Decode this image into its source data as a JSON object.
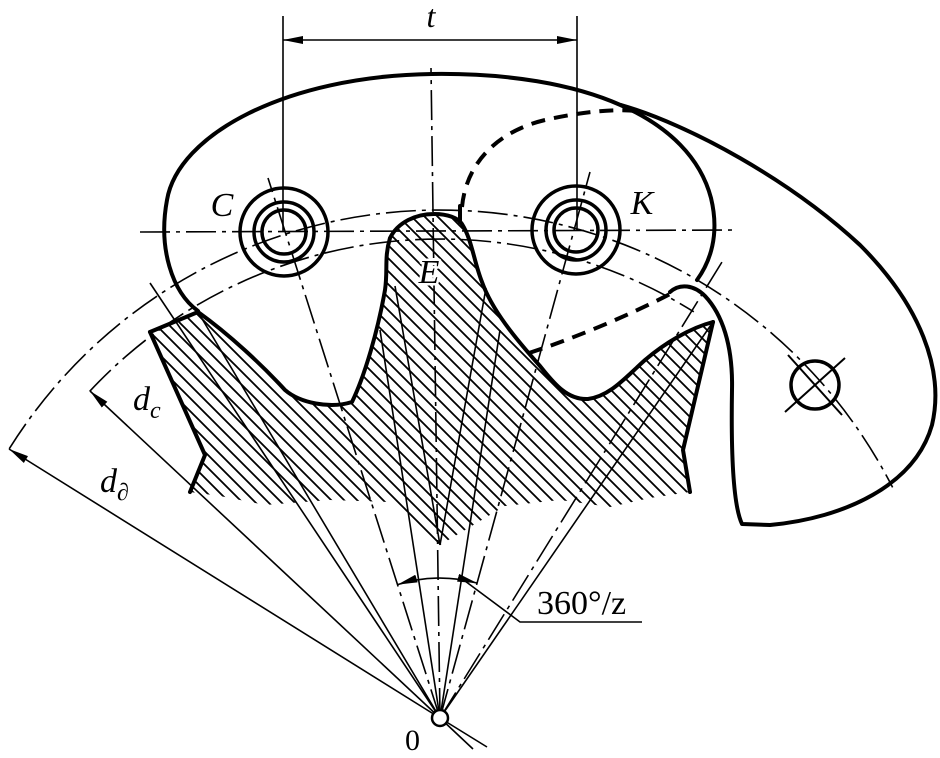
{
  "colors": {
    "ink": "#000000",
    "paper": "#ffffff"
  },
  "labels": {
    "pitch": "t",
    "roller_left": "C",
    "roller_right": "K",
    "tooth": "E",
    "diameter_c": {
      "symbol": "d",
      "subscript": "c"
    },
    "diameter_d": {
      "symbol": "d",
      "subscript": "∂"
    },
    "angular_pitch": "360°/z",
    "center": "0"
  }
}
